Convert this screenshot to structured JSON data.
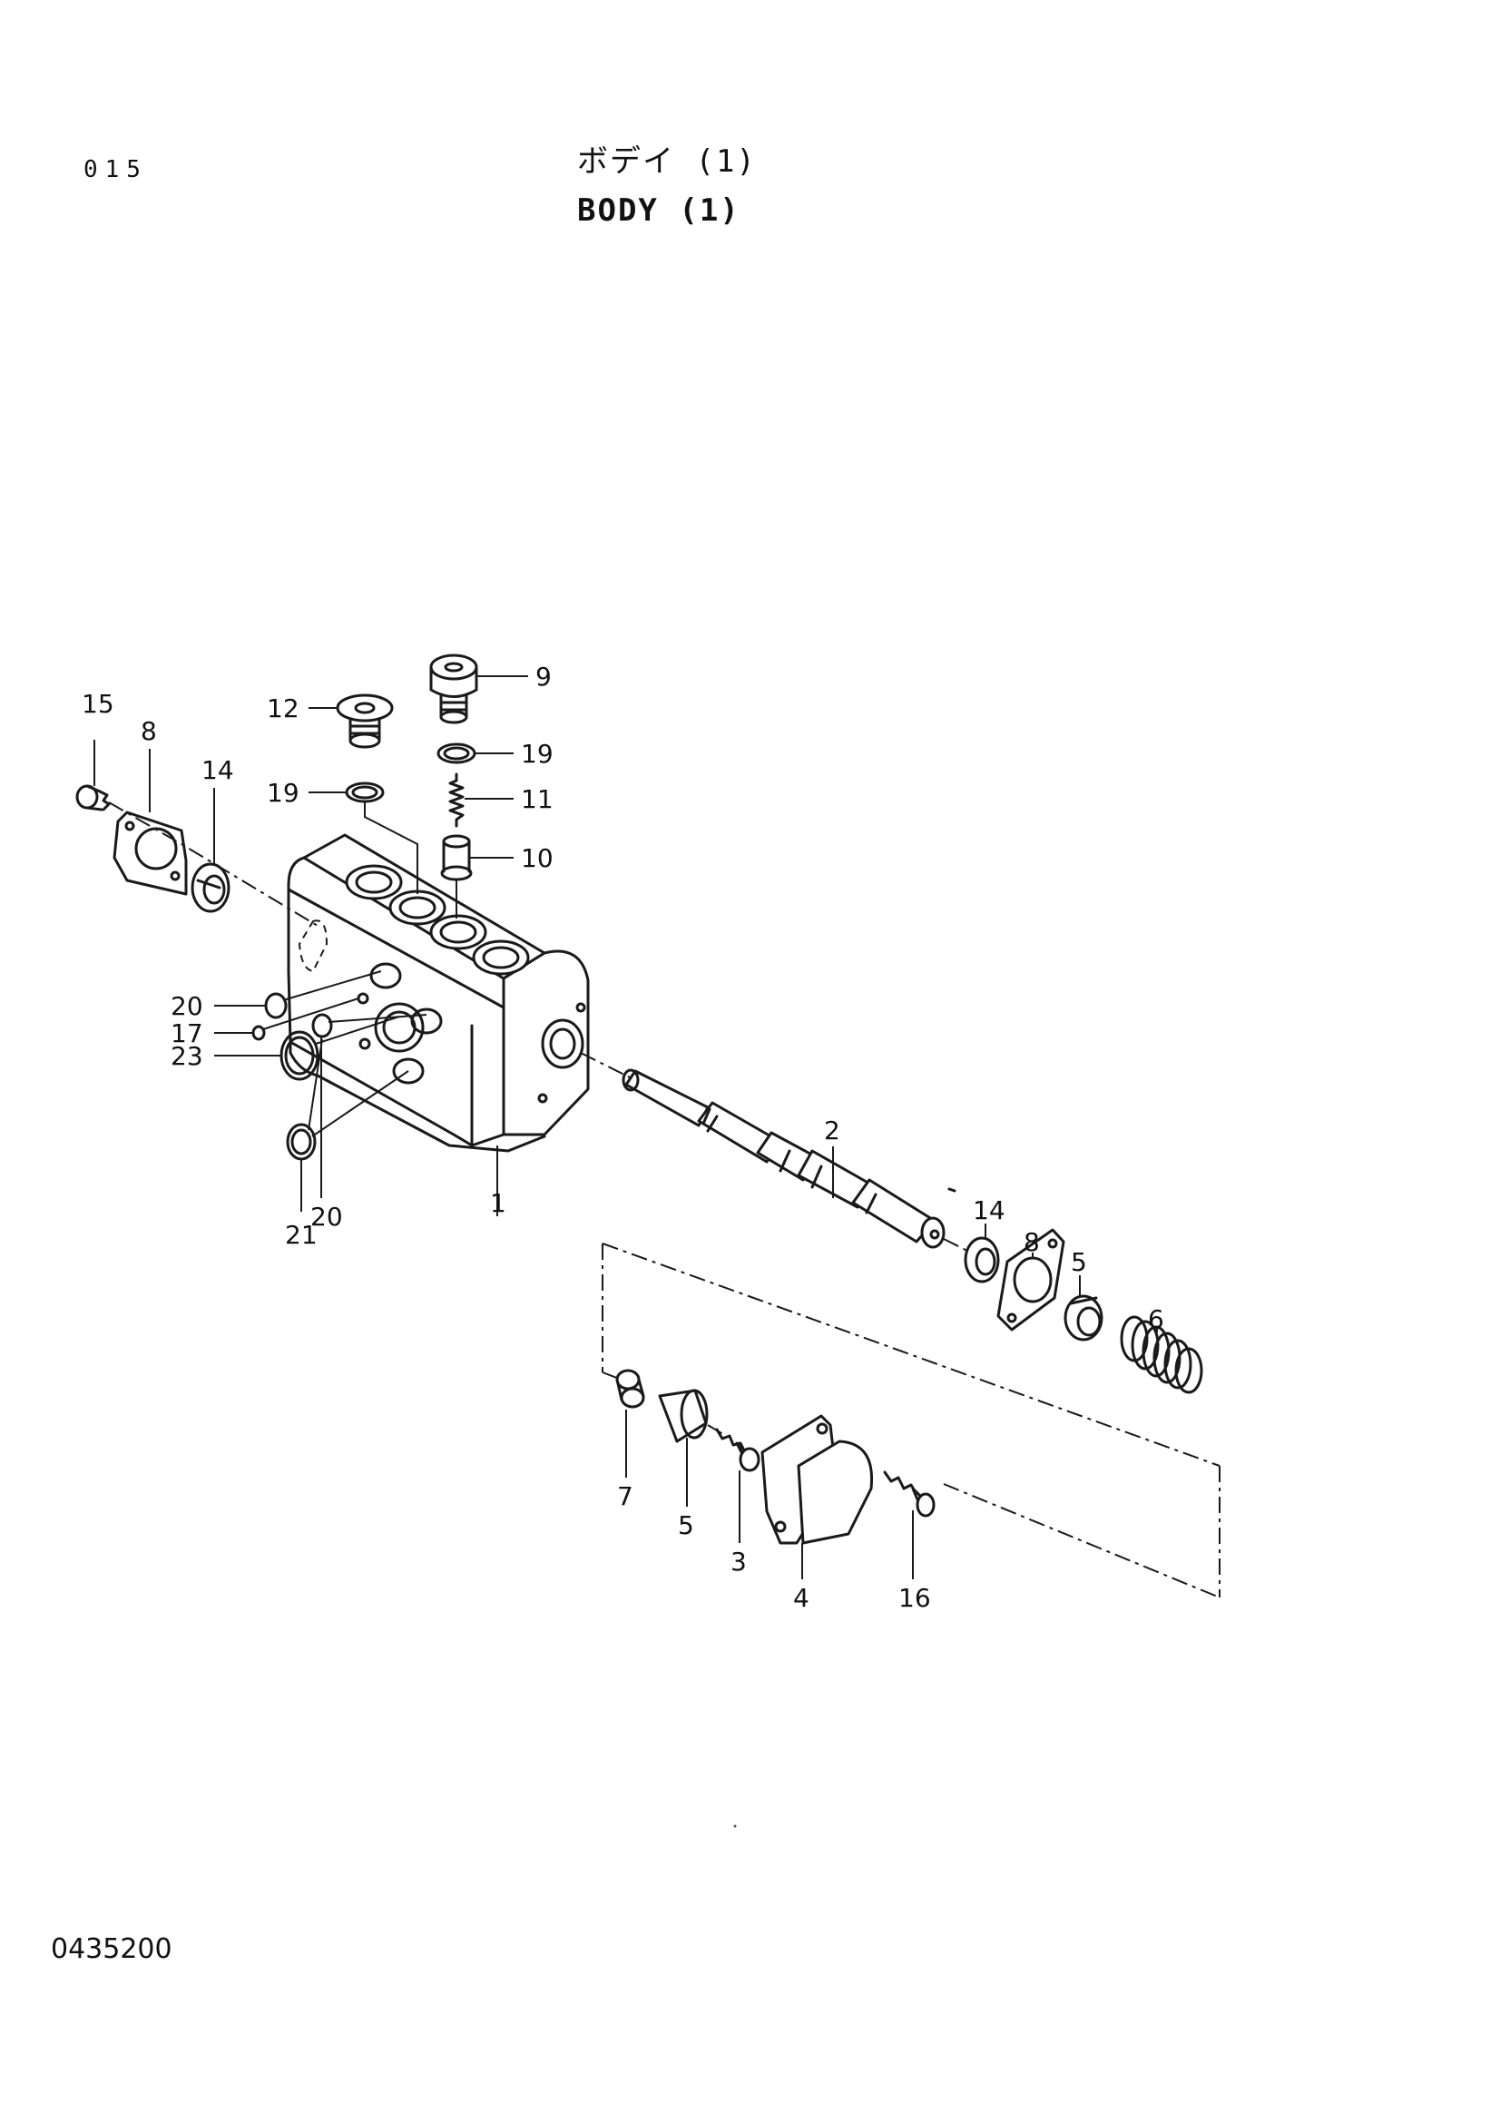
{
  "header": {
    "page_code": "015",
    "title_jp": "ボデイ (1)",
    "title_en": "BODY (1)"
  },
  "footer": {
    "part_code": "0435200"
  },
  "callouts": [
    "15",
    "8",
    "14",
    "12",
    "19",
    "9",
    "19",
    "11",
    "10",
    "20",
    "17",
    "23",
    "21",
    "20",
    "1",
    "2",
    "14",
    "8",
    "5",
    "6",
    "7",
    "5",
    "3",
    "4",
    "16"
  ]
}
